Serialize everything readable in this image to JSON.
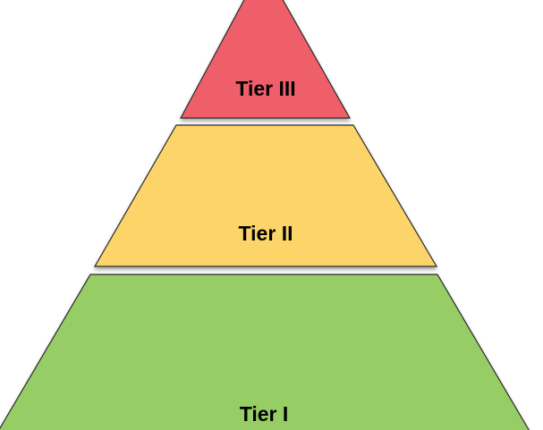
{
  "diagram": {
    "tiers": [
      {
        "label": "Tier III",
        "color": "#ee5f69"
      },
      {
        "label": "Tier II",
        "color": "#fdd46b"
      },
      {
        "label": "Tier I",
        "color": "#96cd65"
      }
    ]
  }
}
